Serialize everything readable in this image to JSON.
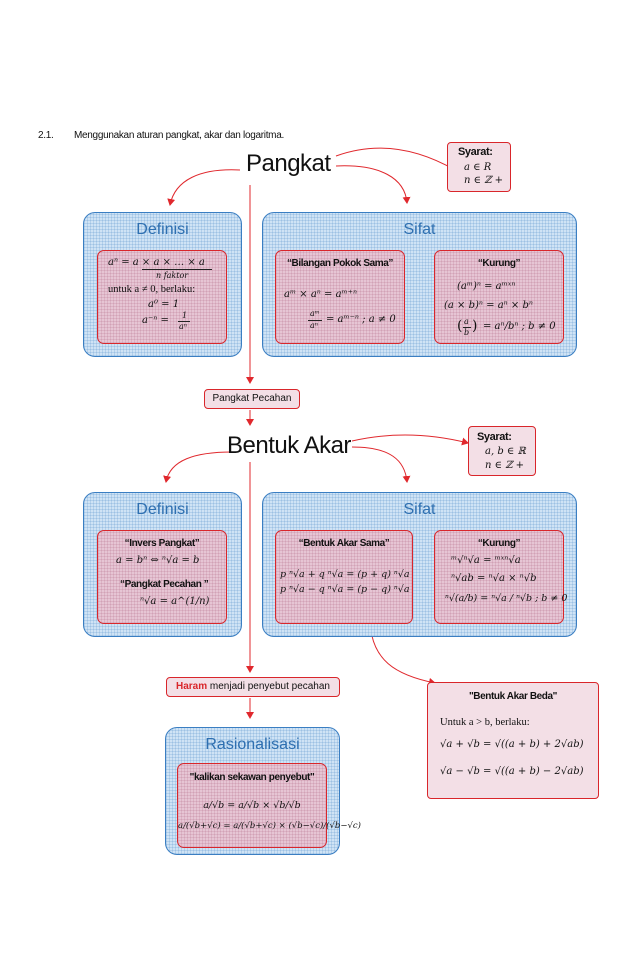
{
  "heading": {
    "number": "2.1.",
    "text": "Menggunakan aturan pangkat, akar dan logaritma."
  },
  "pangkat": {
    "title": "Pangkat",
    "syarat": {
      "label": "Syarat:",
      "line1": "a ∈ R",
      "line2": "n ∈ ℤ +"
    },
    "definisi": {
      "title": "Definisi",
      "line1": "aⁿ = a × a × … × a",
      "under": "n faktor",
      "line2": "untuk a ≠ 0, berlaku:",
      "line3": "a⁰ = 1",
      "line4a": "a⁻ⁿ = ",
      "line4num": "1",
      "line4den": "aⁿ"
    },
    "sifat": {
      "title": "Sifat",
      "left": {
        "label": "“Bilangan Pokok Sama”",
        "line1": "aᵐ × aⁿ = aᵐ⁺ⁿ",
        "line2num": "aᵐ",
        "line2den": "aⁿ",
        "line2rest": "= aᵐ⁻ⁿ ; a ≠ 0"
      },
      "right": {
        "label": "“Kurung”",
        "line1": "(aᵐ)ⁿ = aᵐˣⁿ",
        "line2": "(a × b)ⁿ = aⁿ × bⁿ",
        "line3a": "a",
        "line3b": "b",
        "line3rest": "= aⁿ/bⁿ ; b ≠ 0"
      }
    }
  },
  "pangkat_pecahan": "Pangkat Pecahan",
  "bentuk_akar": {
    "title": "Bentuk Akar",
    "syarat": {
      "label": "Syarat:",
      "line1": "a, b ∈ ℝ",
      "line2": "n ∈ ℤ +"
    },
    "definisi": {
      "title": "Definisi",
      "label1": "“Invers Pangkat”",
      "line1": "a = bⁿ ⇔ ⁿ√a = b",
      "label2": "“Pangkat Pecahan ”",
      "line2": "ⁿ√a = a^(1/n)"
    },
    "sifat": {
      "title": "Sifat",
      "left": {
        "label": "“Bentuk Akar Sama”",
        "line1": "p ⁿ√a + q ⁿ√a = (p + q) ⁿ√a",
        "line2": "p ⁿ√a − q ⁿ√a = (p − q) ⁿ√a"
      },
      "right": {
        "label": "“Kurung”",
        "line1": "ᵐ√ⁿ√a = ᵐˣⁿ√a",
        "line2": "ⁿ√ab = ⁿ√a × ⁿ√b",
        "line3": "ⁿ√(a/b) = ⁿ√a / ⁿ√b ; b ≠ 0"
      }
    }
  },
  "haram": {
    "bold": "Haram",
    "rest": " menjadi penyebut pecahan"
  },
  "akar_beda": {
    "label": "\"Bentuk Akar Beda\"",
    "intro": "Untuk a > b, berlaku:",
    "line1": "√a + √b = √((a + b) + 2√ab)",
    "line2": "√a − √b = √((a + b) − 2√ab)"
  },
  "rasionalisasi": {
    "title": "Rasionalisasi",
    "label": "\"kalikan sekawan penyebut\"",
    "line1": "a/√b = a/√b × √b/√b",
    "line2": "a/(√b+√c) = a/(√b+√c) × (√b−√c)/(√b−√c)"
  }
}
